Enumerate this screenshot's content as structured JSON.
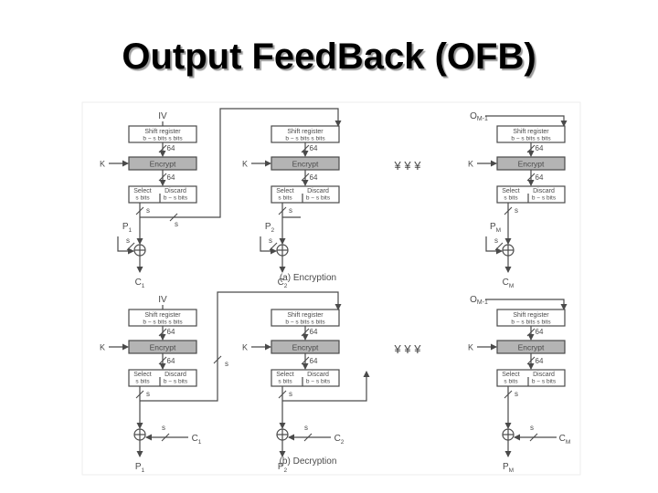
{
  "title": "Output FeedBack (OFB)",
  "labels": {
    "iv": "IV",
    "o_prev": "O",
    "o_prev_sub": "M-1",
    "shift_register": "Shift register",
    "shift_sub": "b − s bits     s bits",
    "encrypt": "Encrypt",
    "key": "K",
    "bits64": "64",
    "select": "Select",
    "discard": "Discard",
    "select_sub": "s bits",
    "discard_sub": "b − s bits",
    "s": "s",
    "dots": "¥   ¥   ¥"
  },
  "encryption": {
    "caption": "(a) Encryption",
    "inputs": [
      "P",
      "P",
      "P"
    ],
    "input_subs": [
      "1",
      "2",
      "M"
    ],
    "outputs": [
      "C",
      "C",
      "C"
    ],
    "output_subs": [
      "1",
      "2",
      "M"
    ]
  },
  "decryption": {
    "caption": "(b) Decryption",
    "inputs": [
      "C",
      "C",
      "C"
    ],
    "input_subs": [
      "1",
      "2",
      "M"
    ],
    "outputs": [
      "P",
      "P",
      "P"
    ],
    "output_subs": [
      "1",
      "2",
      "M"
    ]
  }
}
